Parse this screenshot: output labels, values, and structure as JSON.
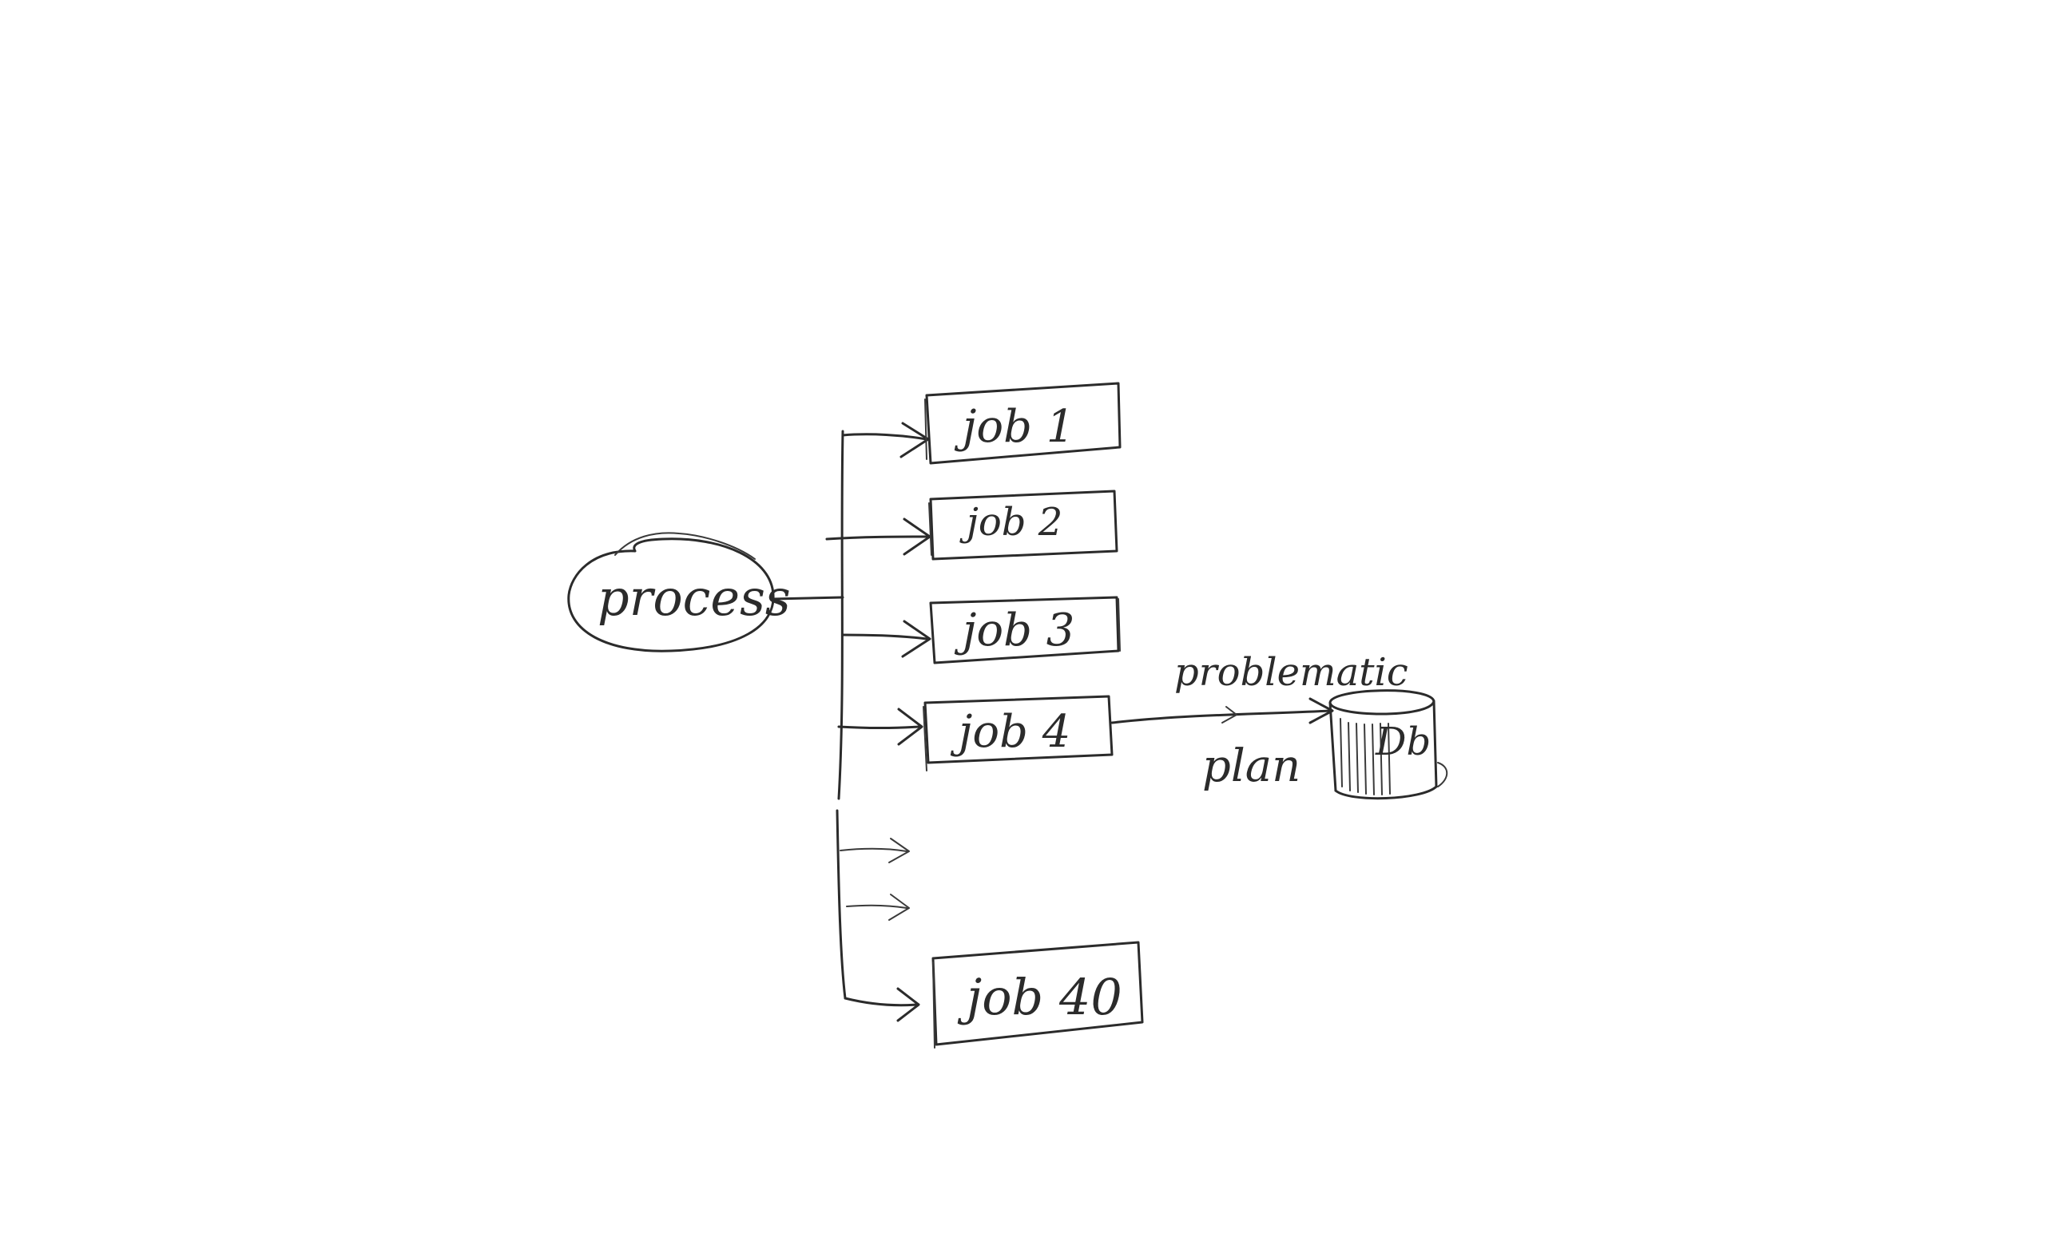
{
  "diagram": {
    "source": {
      "label": "process"
    },
    "jobs": [
      {
        "id": "job1",
        "label": "job 1"
      },
      {
        "id": "job2",
        "label": "job 2"
      },
      {
        "id": "job3",
        "label": "job 3"
      },
      {
        "id": "job4",
        "label": "job 4"
      },
      {
        "id": "job40",
        "label": "job 40"
      }
    ],
    "ellipsis_arrows": 2,
    "database": {
      "label": "Db"
    },
    "edge_job4_db": {
      "label_top": "problematic",
      "label_bottom": "plan"
    }
  }
}
